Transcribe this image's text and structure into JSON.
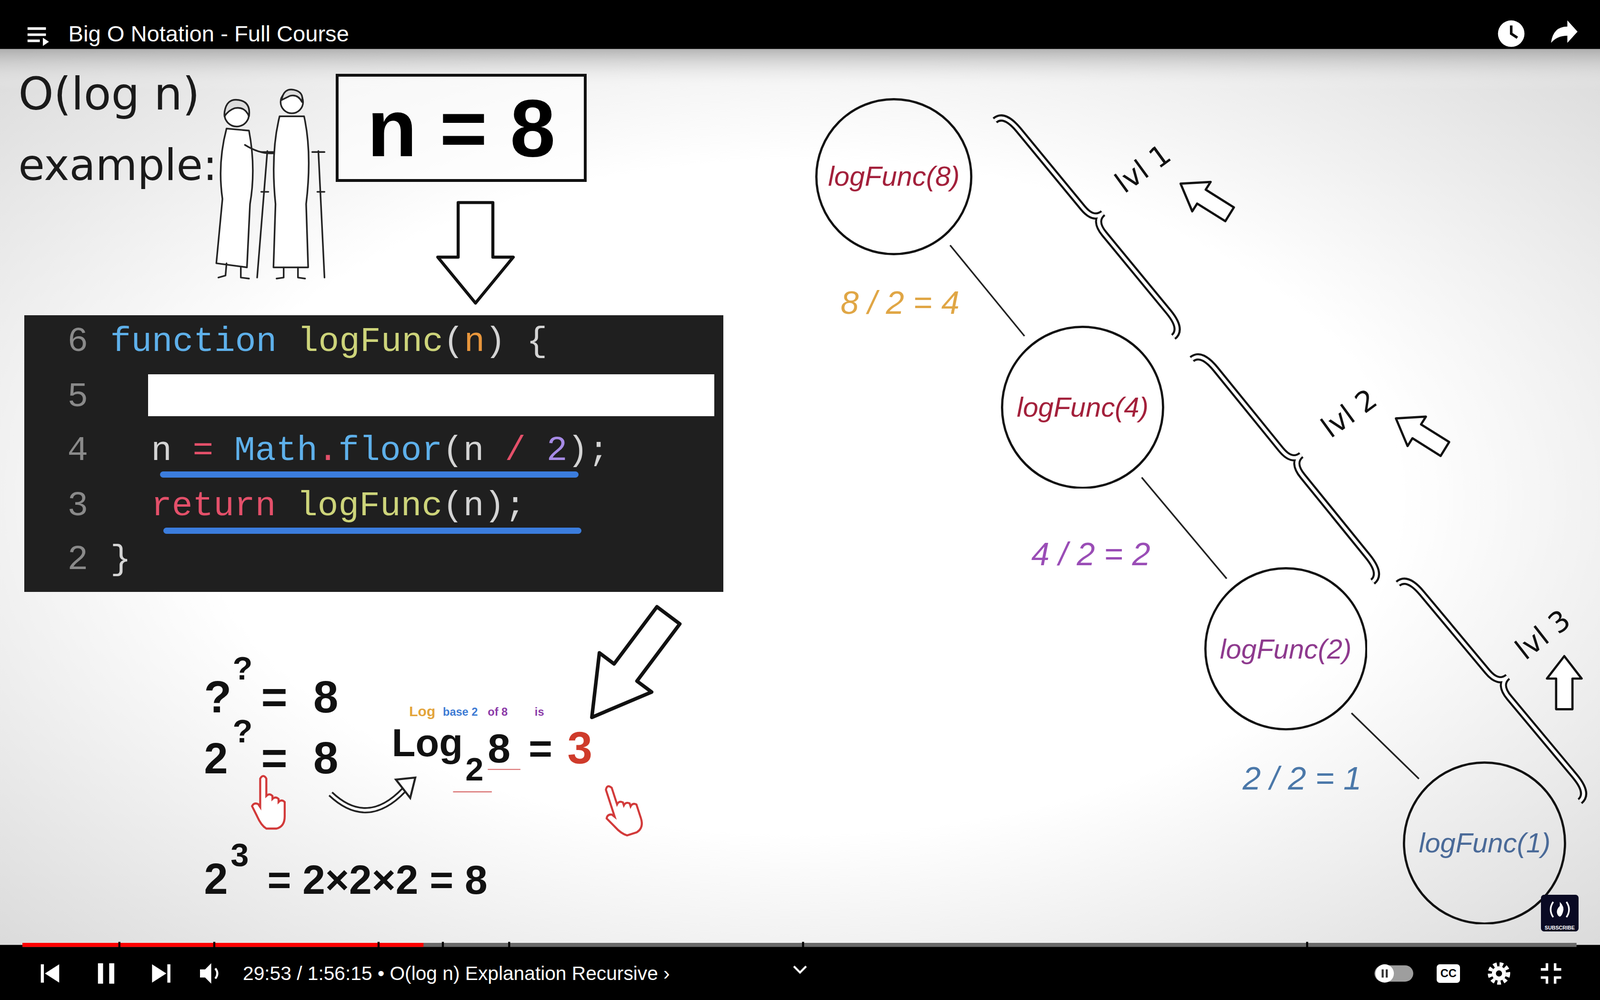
{
  "diagram": {
    "title": "Big O Notation - Full Course",
    "nodes": [
      {
        "text": [
          "n = 8"
        ]
      },
      {
        "text": [
          "6",
          "function logFunc(n) {",
          "5",
          "4",
          "n = Math.floor(n / 2);",
          "3",
          "return logFunc(n);",
          "2",
          "}"
        ]
      },
      {
        "text": [
          "logFunc(8)"
        ]
      },
      {
        "text": [
          "logFunc(4)"
        ]
      },
      {
        "text": [
          "logFunc(2)"
        ]
      },
      {
        "text": [
          "logFunc(1)"
        ]
      },
      {
        "text": [
          "SUBSCRIBE"
        ]
      },
      {
        "text": [
          "CC"
        ]
      }
    ],
    "edges": [
      {
        "from": 0,
        "to": 1,
        "arrow": "to"
      },
      {
        "from": 2,
        "to": 3,
        "arrow": "none",
        "label": "8 / 2 = 4"
      },
      {
        "from": 3,
        "to": 4,
        "arrow": "none",
        "label": "4 / 2 = 2"
      },
      {
        "from": 4,
        "to": 5,
        "arrow": "none",
        "label": "2 / 2 = 1"
      }
    ],
    "labels": [
      "O(log n)",
      "example:",
      "?",
      "?",
      "= 8",
      "2",
      "?",
      "= 8",
      "Log",
      "base 2",
      "of 8",
      "is",
      "Log",
      "2",
      "8",
      "=",
      "3",
      "2",
      "3",
      "= 2×2×2 = 8",
      "lvl 1",
      "lvl 2",
      "lvl 3",
      "29:53 / 1:56:15 • O(log n) Explanation Recursive ›"
    ]
  }
}
